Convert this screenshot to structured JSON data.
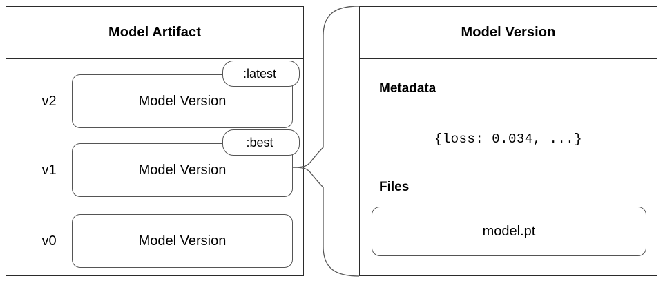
{
  "diagram": {
    "title_left": "Model Artifact",
    "title_right": "Model Version"
  },
  "artifact_panel": {
    "header": "Model Artifact",
    "versions": [
      {
        "label": "v2",
        "box_text": "Model Version",
        "tag": ":latest"
      },
      {
        "label": "v1",
        "box_text": "Model Version",
        "tag": ":best"
      },
      {
        "label": "v0",
        "box_text": "Model Version",
        "tag": ""
      }
    ]
  },
  "version_panel": {
    "header": "Model Version",
    "metadata_label": "Metadata",
    "metadata_value": "{loss: 0.034, ...}",
    "files_label": "Files",
    "files": [
      {
        "name": "model.pt"
      }
    ]
  },
  "colors": {
    "panel_border": "#2b2b2b",
    "box_border": "#555555",
    "connector_stroke": "#555555",
    "text": "#000000",
    "background": "#ffffff"
  }
}
